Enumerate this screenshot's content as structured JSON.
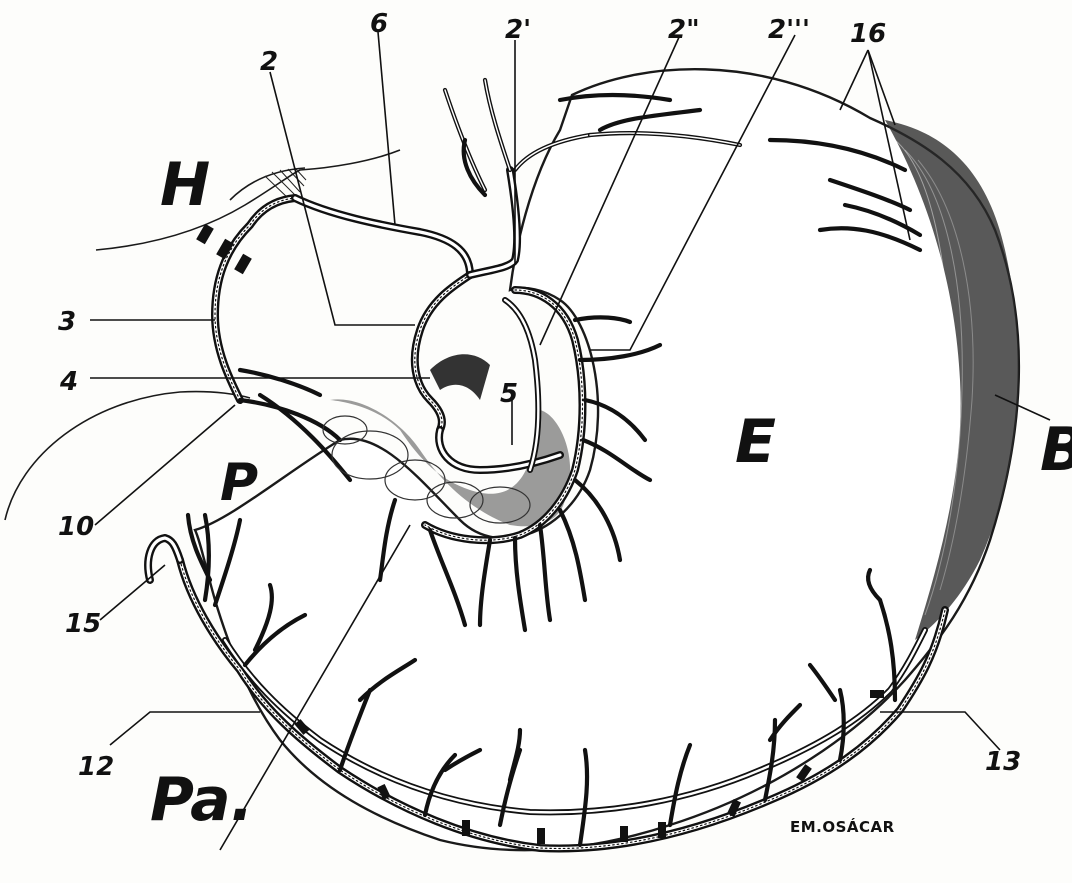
{
  "labels": {
    "l2": "2",
    "l6": "6",
    "l2p": "2'",
    "l2pp": "2\"",
    "l2ppp": "2'''",
    "l16": "16",
    "lH": "H",
    "l3": "3",
    "l4": "4",
    "l5": "5",
    "lE": "E",
    "lB": "B",
    "lP": "P",
    "l10": "10",
    "l15": "15",
    "l12": "12",
    "lPa": "Pa.",
    "l13": "13"
  },
  "signature": "EM.OSÁCAR"
}
